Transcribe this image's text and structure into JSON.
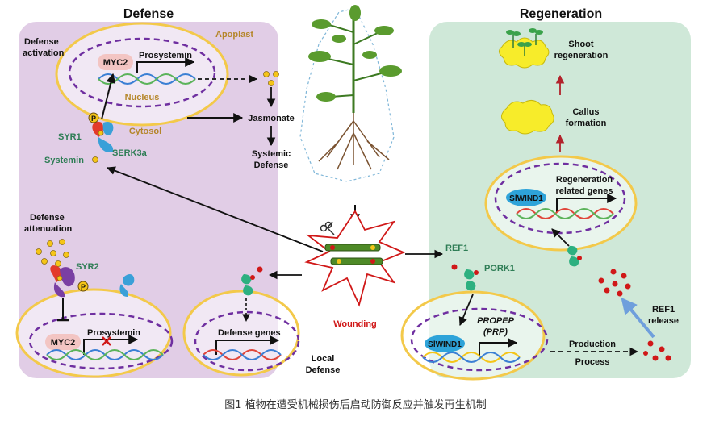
{
  "headings": {
    "defense": "Defense",
    "regeneration": "Regeneration"
  },
  "defense_panel": {
    "defense_activation": [
      "Defense",
      "activation"
    ],
    "apoplast": "Apoplast",
    "myc2": "MYC2",
    "prosystemin": "Prosystemin",
    "nucleus": "Nucleus",
    "cytosol": "Cytosol",
    "p_badge": "P",
    "syr1": "SYR1",
    "serk3a": "SERK3a",
    "systemin": "Systemin",
    "jasmonate": "Jasmonate",
    "systemic_defense": [
      "Systemic",
      "Defense"
    ],
    "defense_attenuation": [
      "Defense",
      "attenuation"
    ],
    "syr2": "SYR2",
    "myc2_b": "MYC2",
    "prosystemin_b": "Prosystemin",
    "defense_genes": "Defense genes",
    "local_defense": [
      "Local",
      "Defense"
    ]
  },
  "center": {
    "wounding": "Wounding"
  },
  "regeneration_panel": {
    "shoot_regeneration": [
      "Shoot",
      "regeneration"
    ],
    "callus_formation": [
      "Callus",
      "formation"
    ],
    "regeneration_genes": [
      "Regeneration",
      "related genes"
    ],
    "slwind1_top": "SlWIND1",
    "ref1": "REF1",
    "pork1": "PORK1",
    "slwind1_bottom": "SlWIND1",
    "propep": "PROPEP",
    "prp": "(PRP)",
    "production_process": [
      "Production",
      "Process"
    ],
    "ref1_release": [
      "REF1",
      "release"
    ]
  },
  "caption": "图1 植物在遭受机械损伤后启动防御反应并触发再生机制",
  "colors": {
    "defense_bg": "#e1cde6",
    "regeneration_bg": "#cfe8d8",
    "ring": "#f3c94a",
    "nucleus_ring": "#6f2fa0",
    "text_green": "#2e7d55",
    "text_brown": "#b5862a",
    "text_red": "#d01818",
    "pale_red": "#f3c5c3",
    "receptor_red": "#e33a2b",
    "receptor_purple": "#7a3fa3",
    "receptor_blue": "#3aa0d8",
    "receptor_green": "#2db080",
    "wind1_blue": "#2ea3d9",
    "dna_red": "#e0453a",
    "dna_blue": "#3b7fd4",
    "dna_green": "#5bb35a",
    "callus_yellow": "#f7ec2a",
    "ref1_release_arrow": "#6f9fdc"
  }
}
